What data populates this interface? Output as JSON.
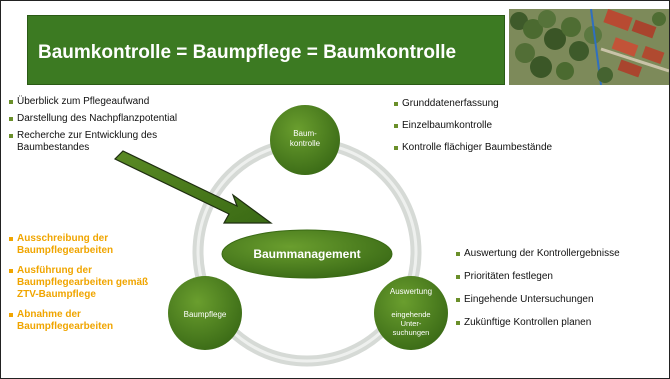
{
  "title": "Baumkontrolle = Baumpflege = Baumkontrolle",
  "left_top_items": [
    "Überblick zum Pflegeaufwand",
    "Darstellung des Nachpflanzpotential",
    "Recherche zur Entwicklung des Baumbestandes"
  ],
  "left_bottom_items": [
    "Ausschreibung der Baumpflegearbeiten",
    "Ausführung der Baumpflegearbeiten gemäß ZTV-Baumpflege",
    "Abnahme der Baumpflegearbeiten"
  ],
  "right_top_items": [
    "Grunddatenerfassung",
    "Einzelbaumkontrolle",
    "Kontrolle flächiger Baumbestände"
  ],
  "right_bottom_items": [
    "Auswertung der Kontrollergebnisse",
    "Prioritäten festlegen",
    "Eingehende Untersuchungen",
    "Zukünftige Kontrollen planen"
  ],
  "center_label": "Baummanagement",
  "node_top": [
    "Baum-",
    "kontrolle"
  ],
  "node_left": "Baumpflege",
  "node_right_title": "Auswertung",
  "node_right_sub": [
    "eingehende",
    "Unter-",
    "suchungen"
  ],
  "colors": {
    "title_bg": "#3c7a22",
    "node_green": "#4a7f1c",
    "ring": "#d8dcd8",
    "accent": "#f0a500",
    "bullet": "#6a8f2a"
  }
}
